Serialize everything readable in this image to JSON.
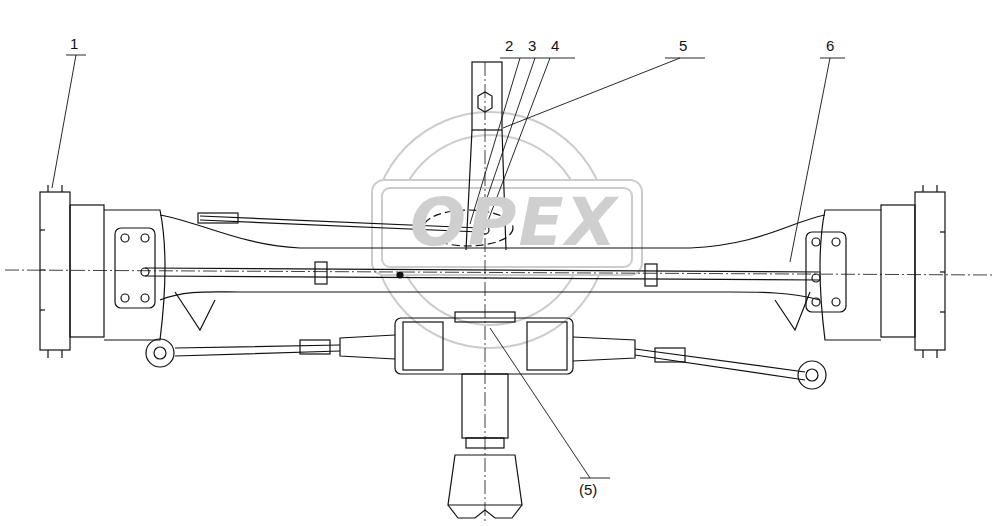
{
  "diagram": {
    "labels": [
      "1",
      "2",
      "3",
      "4",
      "5",
      "6",
      "(5)",
      "OPEX"
    ]
  }
}
